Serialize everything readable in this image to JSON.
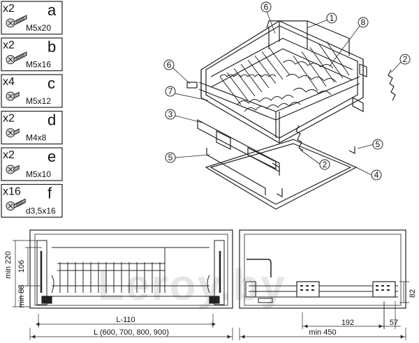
{
  "parts": [
    {
      "qty": "x2",
      "letter": "a",
      "spec": "M5x20",
      "kind": "screw-long"
    },
    {
      "qty": "x2",
      "letter": "b",
      "spec": "M5x16",
      "kind": "screw-long"
    },
    {
      "qty": "x4",
      "letter": "c",
      "spec": "M5x12",
      "kind": "screw-short"
    },
    {
      "qty": "x2",
      "letter": "d",
      "spec": "M4x8",
      "kind": "screw-short"
    },
    {
      "qty": "x2",
      "letter": "e",
      "spec": "M5x10",
      "kind": "screw-short"
    },
    {
      "qty": "x16",
      "letter": "f",
      "spec": "d3,5x16",
      "kind": "wood-screw"
    }
  ],
  "callouts": [
    "1",
    "2",
    "2",
    "3",
    "4",
    "5",
    "5",
    "6",
    "6",
    "7",
    "8"
  ],
  "dimensions": {
    "min220": "min 220",
    "d106": "106",
    "min88": "min 88",
    "l110": "L-110",
    "l_full": "L (600, 700, 800, 900)",
    "min450": "min 450",
    "d192": "192",
    "d57": "57",
    "d82": "82"
  },
  "watermark": "Leroy.by"
}
